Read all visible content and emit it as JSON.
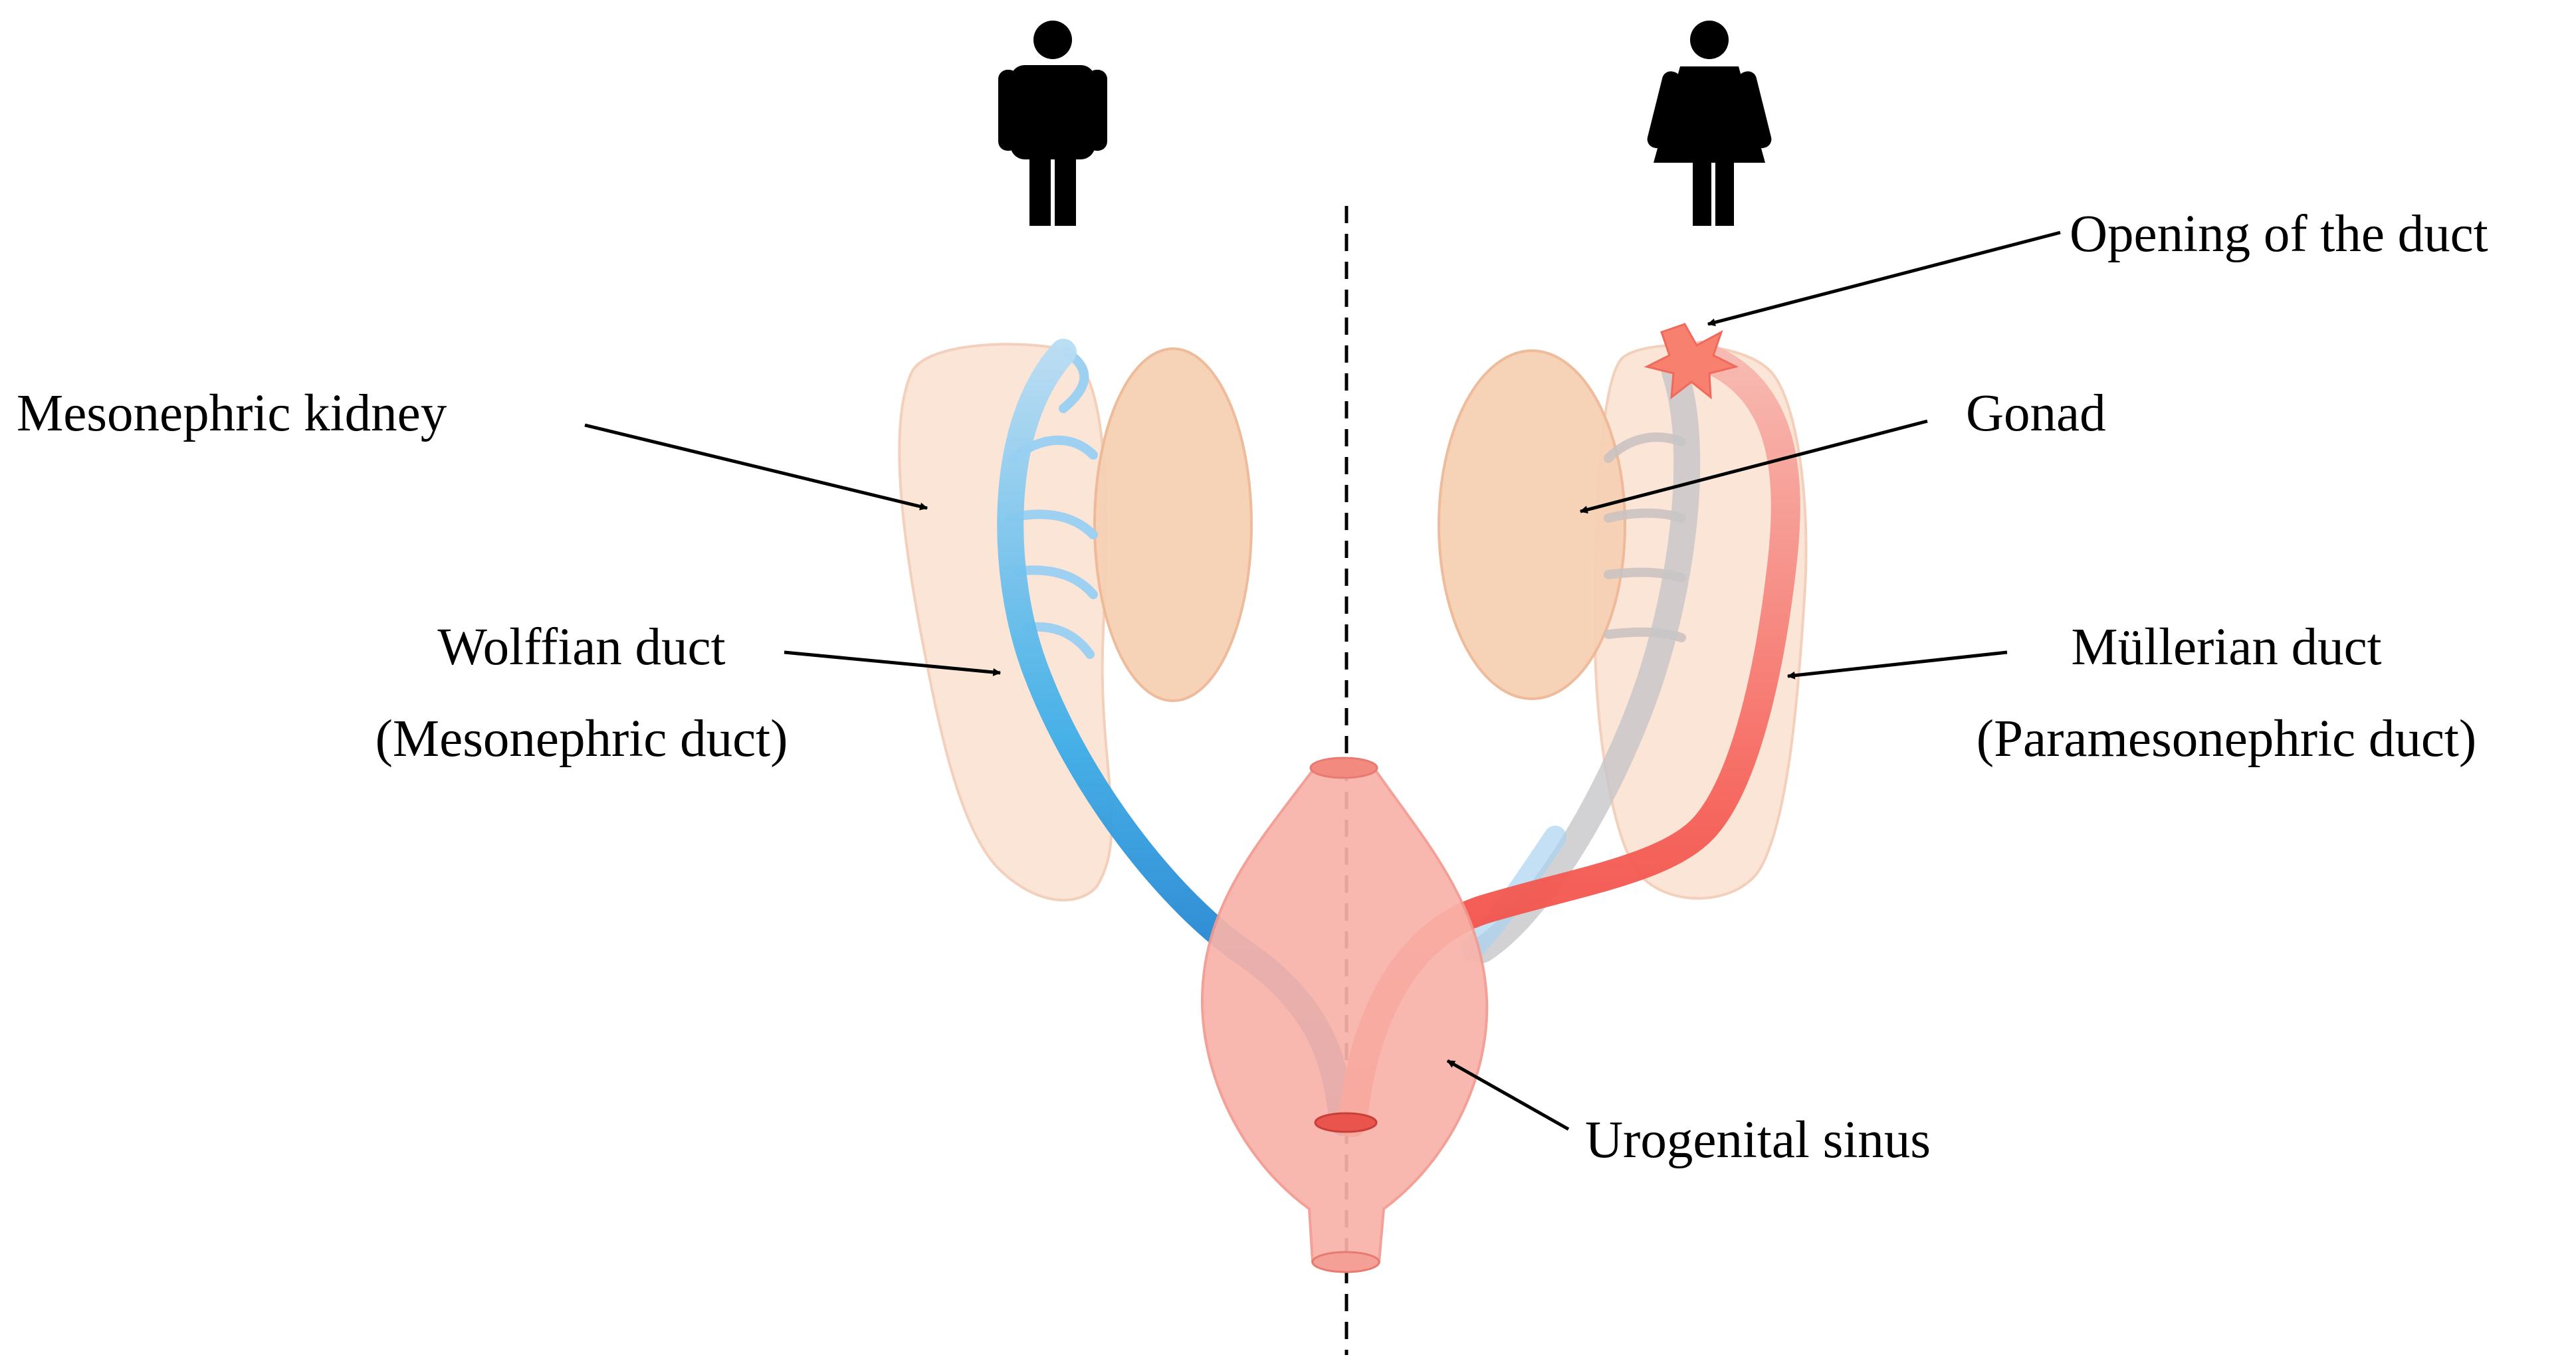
{
  "figure": {
    "icons": {
      "male": "male-person-icon",
      "female": "female-person-icon"
    },
    "labels": {
      "mesonephric_kidney": "Mesonephric kidney",
      "wolffian_duct": "Wolffian duct",
      "wolffian_duct_alt": "(Mesonephric duct)",
      "opening_of_duct": "Opening of the duct",
      "gonad": "Gonad",
      "mullerian_duct": "Müllerian duct",
      "mullerian_duct_alt": "(Paramesonephric duct)",
      "urogenital_sinus": "Urogenital sinus"
    },
    "colors": {
      "kidney": "#fbe3d3",
      "gonad": "#f6d0b4",
      "wolffian_duct": "#2a9be0",
      "mullerian_duct": "#f2544c",
      "sinus": "#f9b3a9",
      "divider": "#000000"
    }
  }
}
